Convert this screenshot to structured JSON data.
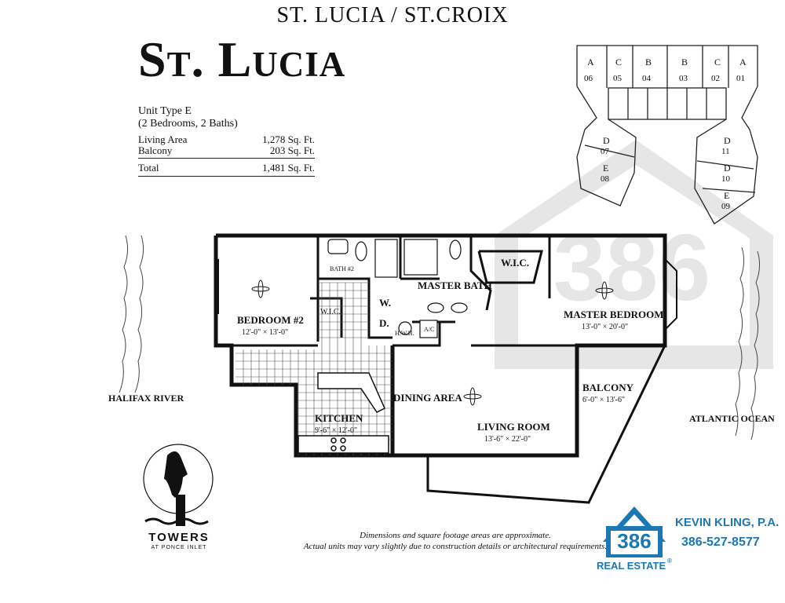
{
  "header": {
    "building_names": "ST. LUCIA / ST.CROIX"
  },
  "unit": {
    "name": "St. Lucia",
    "type": "Unit Type E",
    "bedrooms_baths": "(2 Bedrooms, 2 Baths)",
    "areas": [
      {
        "label": "Living Area",
        "value": "1,278 Sq. Ft."
      },
      {
        "label": "Balcony",
        "value": "203 Sq. Ft."
      }
    ],
    "total": {
      "label": "Total",
      "value": "1,481 Sq. Ft."
    }
  },
  "keyplan": {
    "top_units": [
      {
        "letter": "A",
        "number": "06"
      },
      {
        "letter": "C",
        "number": "05"
      },
      {
        "letter": "B",
        "number": "04"
      },
      {
        "letter": "B",
        "number": "03"
      },
      {
        "letter": "C",
        "number": "02"
      },
      {
        "letter": "A",
        "number": "01"
      }
    ],
    "left_wing": [
      {
        "letter": "D",
        "number": "07"
      },
      {
        "letter": "E",
        "number": "08"
      }
    ],
    "right_wing": [
      {
        "letter": "D",
        "number": "11"
      },
      {
        "letter": "D",
        "number": "10"
      },
      {
        "letter": "E",
        "number": "09"
      }
    ]
  },
  "rooms": {
    "bedroom2": {
      "label": "BEDROOM #2",
      "dims": "12'-0\" × 13'-0\""
    },
    "wic_small": "W.I.C.",
    "bath2": "BATH #2",
    "washer": "W.",
    "dryer": "D.",
    "hwh": "H.W.H.",
    "ac": "A/C",
    "master_bath": "MASTER BATH",
    "wic_master": "W.I.C.",
    "master_bedroom": {
      "label": "MASTER BEDROOM",
      "dims": "13'-0\" × 20'-0\""
    },
    "kitchen": {
      "label": "KITCHEN",
      "dims": "9'-6\" × 12'-0\""
    },
    "dining": "DINING AREA",
    "living": {
      "label": "LIVING ROOM",
      "dims": "13'-6\" × 22'-0\""
    },
    "balcony": {
      "label": "BALCONY",
      "dims": "6'-0\" × 13'-6\""
    }
  },
  "water": {
    "left": "HALIFAX RIVER",
    "right": "ATLANTIC OCEAN"
  },
  "disclaimer": [
    "Dimensions and square footage areas are approximate.",
    "Actual units may vary slightly due to construction details or architectural requirements."
  ],
  "logo": {
    "name": "TOWERS",
    "sub": "AT PONCE INLET"
  },
  "agent": {
    "name": "KEVIN KLING, P.A.",
    "phone": "386-527-8577",
    "brand_number": "386",
    "brand_text": "REAL ESTATE",
    "reg_mark": "®"
  },
  "colors": {
    "brand_blue": "#1c78b5",
    "watermark_gray": "#e4e4e4",
    "wall": "#111111"
  }
}
